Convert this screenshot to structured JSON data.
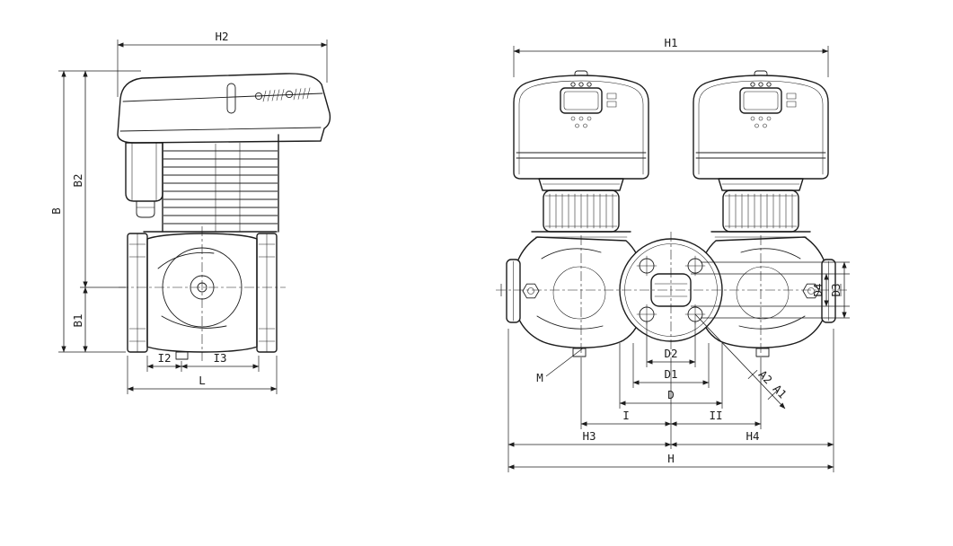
{
  "page": {
    "background": "#ffffff",
    "line_color": "#1d1d1d"
  },
  "drawing": {
    "left_view": {
      "name": "side-view",
      "labels": {
        "h2": "H2",
        "b": "B",
        "b2": "B2",
        "b1": "B1",
        "i2": "I2",
        "i3": "I3",
        "l": "L"
      }
    },
    "right_view": {
      "name": "front-view",
      "labels": {
        "h1": "H1",
        "d4": "D4",
        "d3": "D3",
        "d2": "D2",
        "d1": "D1",
        "d": "D",
        "i": "I",
        "ii": "II",
        "h3": "H3",
        "h4": "H4",
        "h": "H",
        "m": "M",
        "a1": "A1",
        "a2": "A2"
      }
    }
  }
}
